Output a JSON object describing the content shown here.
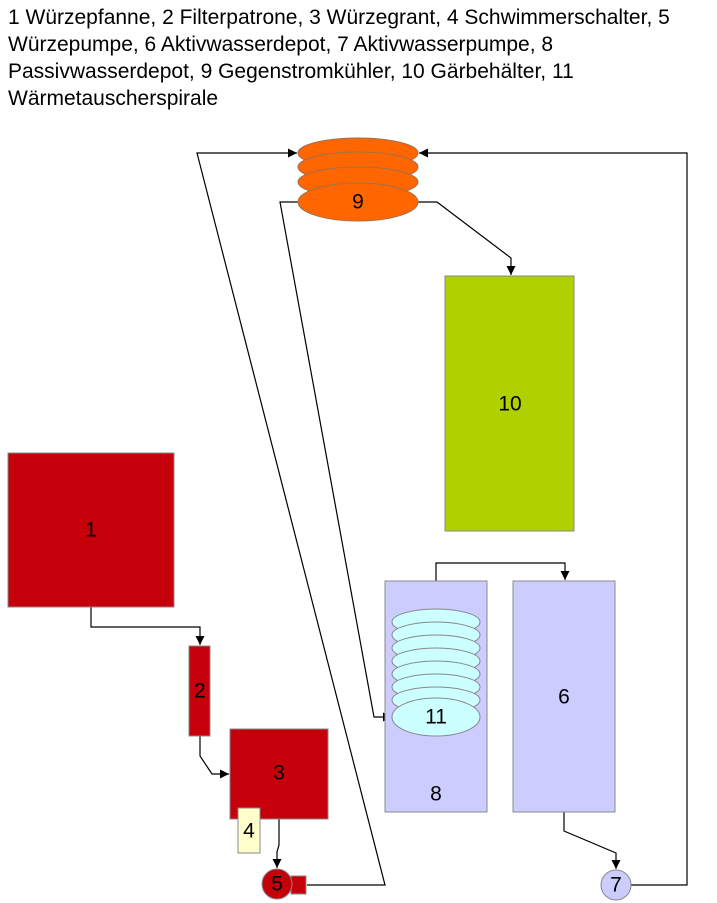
{
  "legend": {
    "text": "1 Würzepfanne, 2 Filterpatrone, 3 Würzegrant, 4 Schwimmerschalter, 5 Würzepumpe, 6 Aktivwasserdepot, 7 Aktivwasserpumpe, 8 Passivwasserdepot, 9 Gegenstromkühler, 10 Gärbehälter, 11 Wärmetauscherspirale",
    "items": [
      {
        "num": "1",
        "name": "Würzepfanne"
      },
      {
        "num": "2",
        "name": "Filterpatrone"
      },
      {
        "num": "3",
        "name": "Würzegrant"
      },
      {
        "num": "4",
        "name": "Schwimmerschalter"
      },
      {
        "num": "5",
        "name": "Würzepumpe"
      },
      {
        "num": "6",
        "name": "Aktivwasserdepot"
      },
      {
        "num": "7",
        "name": "Aktivwasserpumpe"
      },
      {
        "num": "8",
        "name": "Passivwasserdepot"
      },
      {
        "num": "9",
        "name": "Gegenstromkühler"
      },
      {
        "num": "10",
        "name": "Gärbehälter"
      },
      {
        "num": "11",
        "name": "Wärmetauscherspirale"
      }
    ]
  },
  "components": {
    "c1": {
      "label": "1",
      "color": "#c5000b"
    },
    "c2": {
      "label": "2",
      "color": "#c5000b"
    },
    "c3": {
      "label": "3",
      "color": "#c5000b"
    },
    "c4": {
      "label": "4",
      "color": "#ffffcc"
    },
    "c5": {
      "label": "5",
      "color": "#c5000b"
    },
    "c6": {
      "label": "6",
      "color": "#ccccff"
    },
    "c7": {
      "label": "7",
      "color": "#ccccff"
    },
    "c8": {
      "label": "8",
      "color": "#ccccff"
    },
    "c9": {
      "label": "9",
      "color": "#ff6600"
    },
    "c10": {
      "label": "10",
      "color": "#b0d000"
    },
    "c11": {
      "label": "11",
      "color": "#ccffff"
    }
  },
  "colors": {
    "border": "#888888",
    "line": "#000000"
  }
}
